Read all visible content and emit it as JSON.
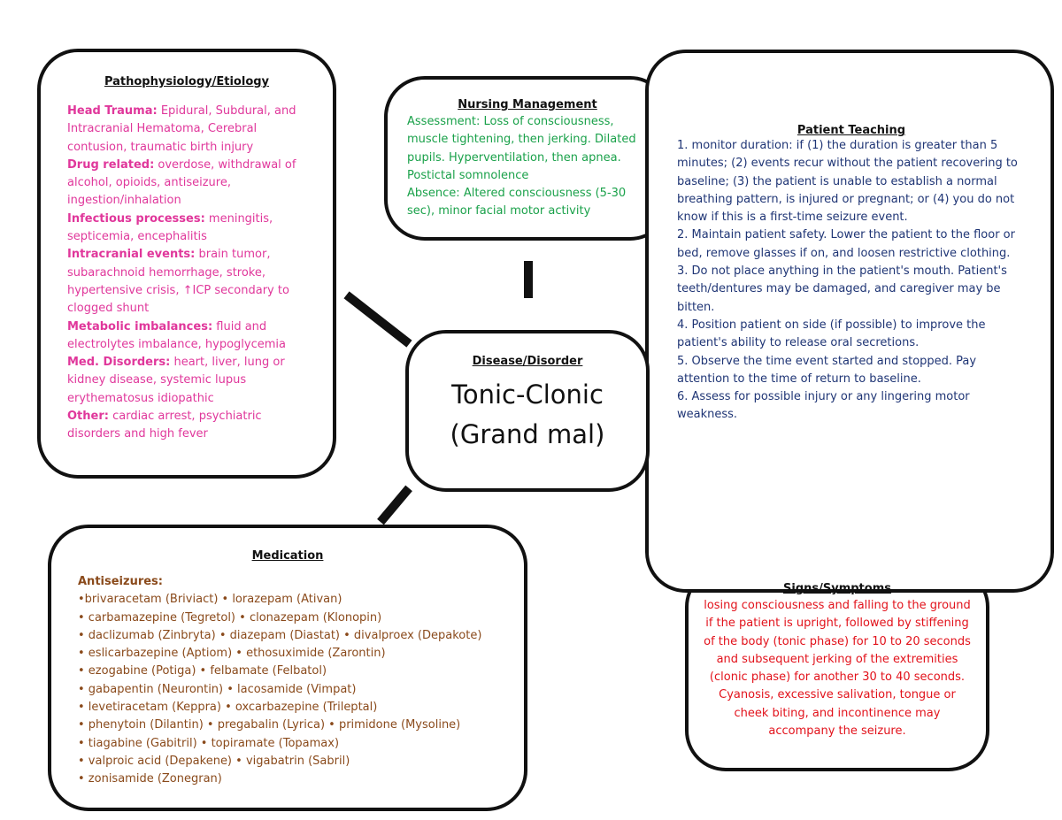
{
  "center": {
    "heading": "Disease/Disorder",
    "title_line1": "Tonic-Clonic",
    "title_line2": "(Grand mal)"
  },
  "pathophysiology": {
    "heading": "Pathophysiology/Etiology",
    "items": [
      {
        "label": "Head Trauma:",
        "text": " Epidural, Subdural, and Intracranial Hematoma, Cerebral contusion, traumatic birth injury"
      },
      {
        "label": "Drug related:",
        "text": " overdose, withdrawal of alcohol, opioids, antiseizure, ingestion/inhalation"
      },
      {
        "label": "Infectious processes:",
        "text": " meningitis, septicemia, encephalitis"
      },
      {
        "label": "Intracranial events:",
        "text": " brain tumor, subarachnoid hemorrhage, stroke, hypertensive crisis, ↑ICP secondary to clogged shunt"
      },
      {
        "label": "Metabolic imbalances:",
        "text": " fluid and electrolytes imbalance, hypoglycemia"
      },
      {
        "label": "Med. Disorders:",
        "text": " heart, liver, lung or kidney disease, systemic lupus erythematosus idiopathic"
      },
      {
        "label": "Other:",
        "text": " cardiac arrest, psychiatric disorders and high fever"
      }
    ]
  },
  "nursing": {
    "heading": "Nursing Management",
    "lines": [
      "Assessment: Loss of consciousness, muscle tightening, then jerking. Dilated pupils. Hyperventilation, then apnea. Postictal somnolence",
      "Absence: Altered consciousness (5-30 sec), minor facial motor activity"
    ]
  },
  "teaching": {
    "heading": "Patient Teaching",
    "items": [
      "1. monitor duration: if (1) the duration is greater than 5 minutes; (2) events recur without the patient recovering to baseline; (3) the patient is unable to establish a normal breathing pattern, is injured or pregnant; or (4) you do not know if this is a first-time seizure event.",
      "2. Maintain patient safety. Lower the patient to the floor or bed, remove glasses if on, and loosen restrictive clothing.",
      "3. Do not place anything in the patient's mouth. Patient's teeth/dentures may be damaged, and caregiver may be bitten.",
      "4. Position patient on side (if possible) to improve the patient's ability to release oral secretions.",
      "5. Observe the time event started and stopped. Pay attention to the time of return to baseline.",
      "6. Assess for possible injury or any lingering motor weakness."
    ]
  },
  "signs": {
    "heading": "Signs/Symptoms",
    "text": "losing consciousness and falling to the ground if the patient is upright, followed by stiffening of the body (tonic phase) for 10 to 20 seconds and subsequent jerking of the extremities (clonic phase) for another 30 to 40 seconds. Cyanosis, excessive salivation, tongue or cheek biting, and incontinence may accompany the seizure."
  },
  "medication": {
    "heading": "Medication",
    "subheading": "Antiseizures:",
    "lines": [
      "•brivaracetam (Briviact) • lorazepam (Ativan)",
      "• carbamazepine (Tegretol) • clonazepam (Klonopin)",
      "• daclizumab (Zinbryta) • diazepam (Diastat)   • divalproex (Depakote)",
      "• eslicarbazepine (Aptiom) • ethosuximide (Zarontin)",
      "• ezogabine (Potiga)    • felbamate (Felbatol)",
      "• gabapentin (Neurontin) • lacosamide (Vimpat)",
      "• levetiracetam (Keppra) • oxcarbazepine (Trileptal)",
      "• phenytoin (Dilantin) • pregabalin (Lyrica) • primidone (Mysoline)",
      "• tiagabine (Gabitril) • topiramate (Topamax)",
      "• valproic acid (Depakene) • vigabatrin (Sabril)",
      "• zonisamide (Zonegran)"
    ]
  },
  "colors": {
    "pathophysiology": "#e0379b",
    "nursing": "#1aa14a",
    "teaching": "#1f3575",
    "medication": "#8a4a1b",
    "signs": "#e2121b",
    "border": "#111111"
  }
}
